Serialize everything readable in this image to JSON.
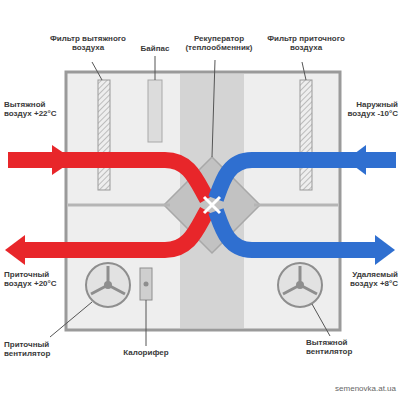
{
  "diagram": {
    "labels": [
      "Фильтр вытяжного воздуха",
      "Байпас",
      "Рекуператор (теплообменник)",
      "Фильтр приточного воздуха",
      "Вытяжной воздух +22°C",
      "Наружный воздух -10°C",
      "Приточный воздух +20°C",
      "Удаляемый воздух +8°C",
      "Приточный вентилятор",
      "Калорифер",
      "Вытяжной вентилятор",
      "semenovka.at.ua"
    ]
  }
}
